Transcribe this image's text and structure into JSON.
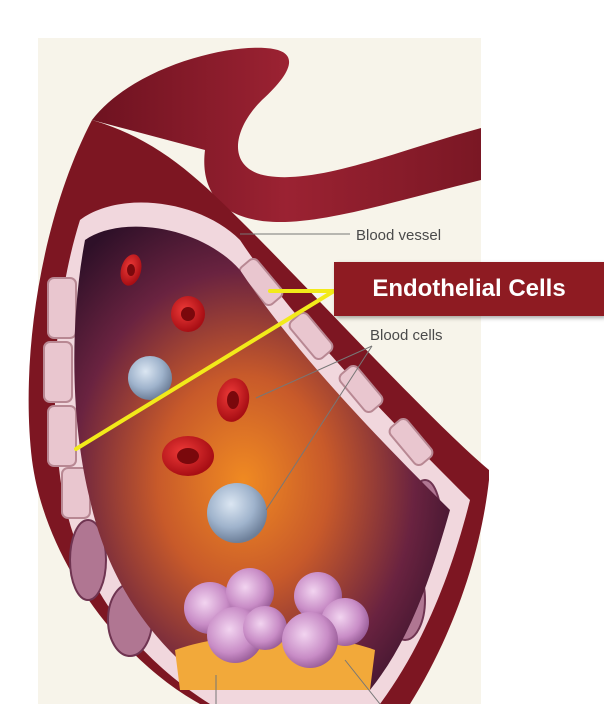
{
  "labels": {
    "blood_vessel": "Blood vessel",
    "blood_cells": "Blood cells",
    "endothelial_cells": "Endothelial Cells"
  },
  "colors": {
    "vessel_outer": "#7d1622",
    "vessel_inner_dark": "#3a1530",
    "lumen_orange": "#e0781c",
    "endothelial_pink": "#f1d7dd",
    "red_cell": "#c8151b",
    "white_cell": "#a9bcd3",
    "platelet_cluster": "#c992c9",
    "banner_bg": "#8e1b22",
    "pointer_yellow": "#f2ea1a"
  }
}
